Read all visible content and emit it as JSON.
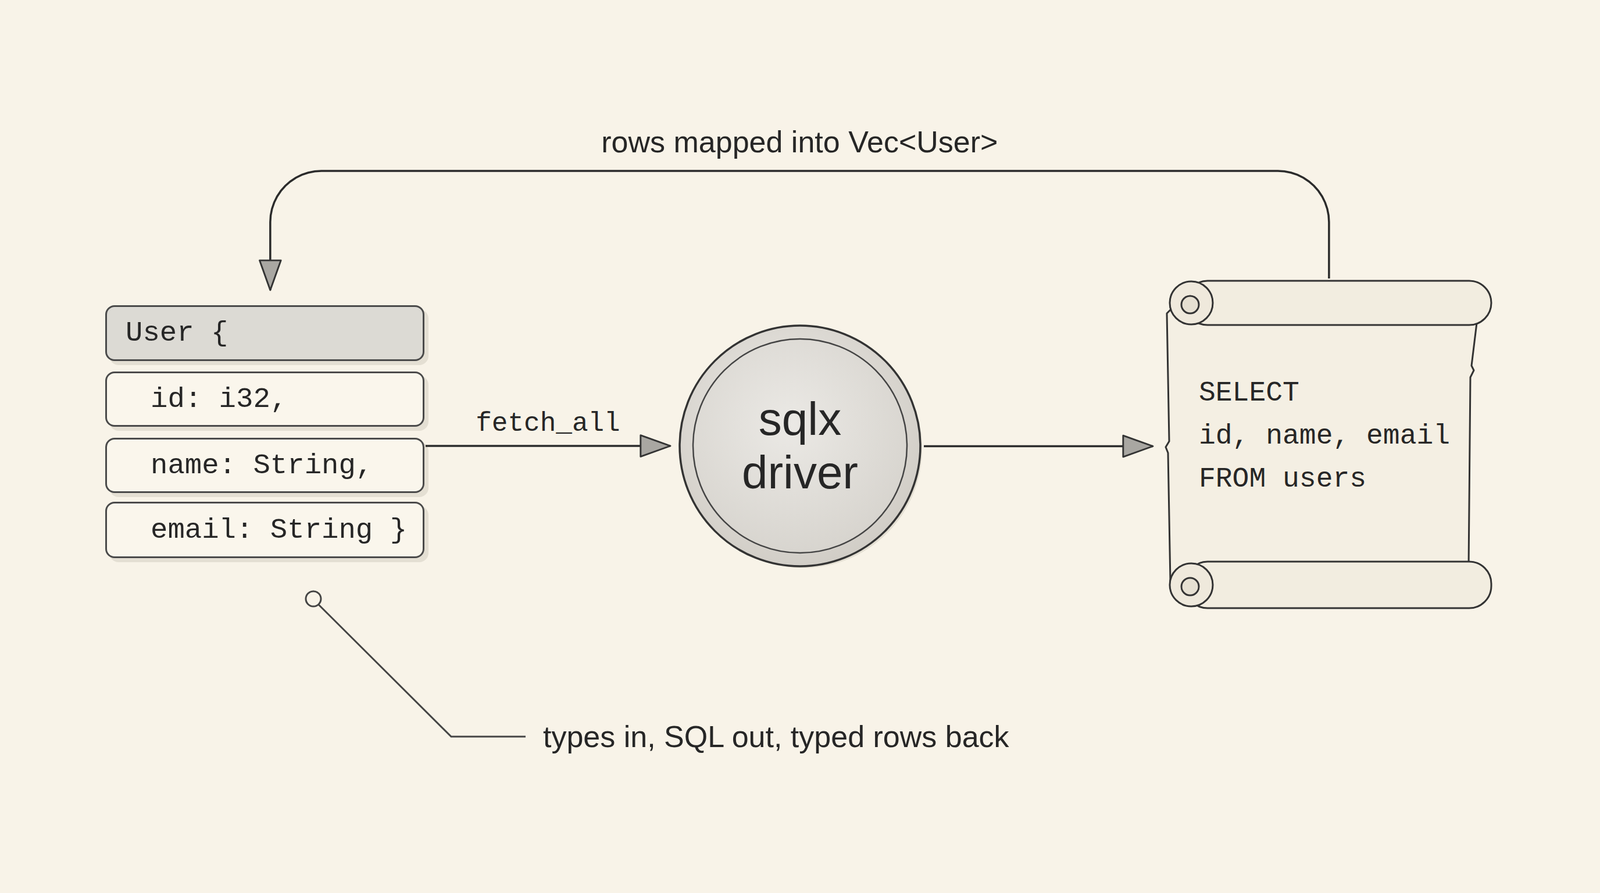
{
  "diagram": {
    "nodes": [
      {
        "text": [
          "User {"
        ]
      },
      {
        "text": [
          "id: i32,"
        ]
      },
      {
        "text": [
          "name: String,"
        ]
      },
      {
        "text": [
          "email: String }"
        ]
      },
      {
        "text": [
          "sqlx driver"
        ]
      },
      {
        "text": [
          "SELECT id, name, email FROM users"
        ]
      }
    ],
    "edges": [
      {
        "from": 2,
        "to": 4,
        "arrow": "to",
        "label": "fetch_all"
      },
      {
        "from": 4,
        "to": 5,
        "arrow": "to"
      },
      {
        "from": 5,
        "to": 0,
        "arrow": "to",
        "label": "rows mapped into Vec<User>"
      }
    ],
    "labels": [
      "types in, SQL out, typed rows back"
    ]
  }
}
